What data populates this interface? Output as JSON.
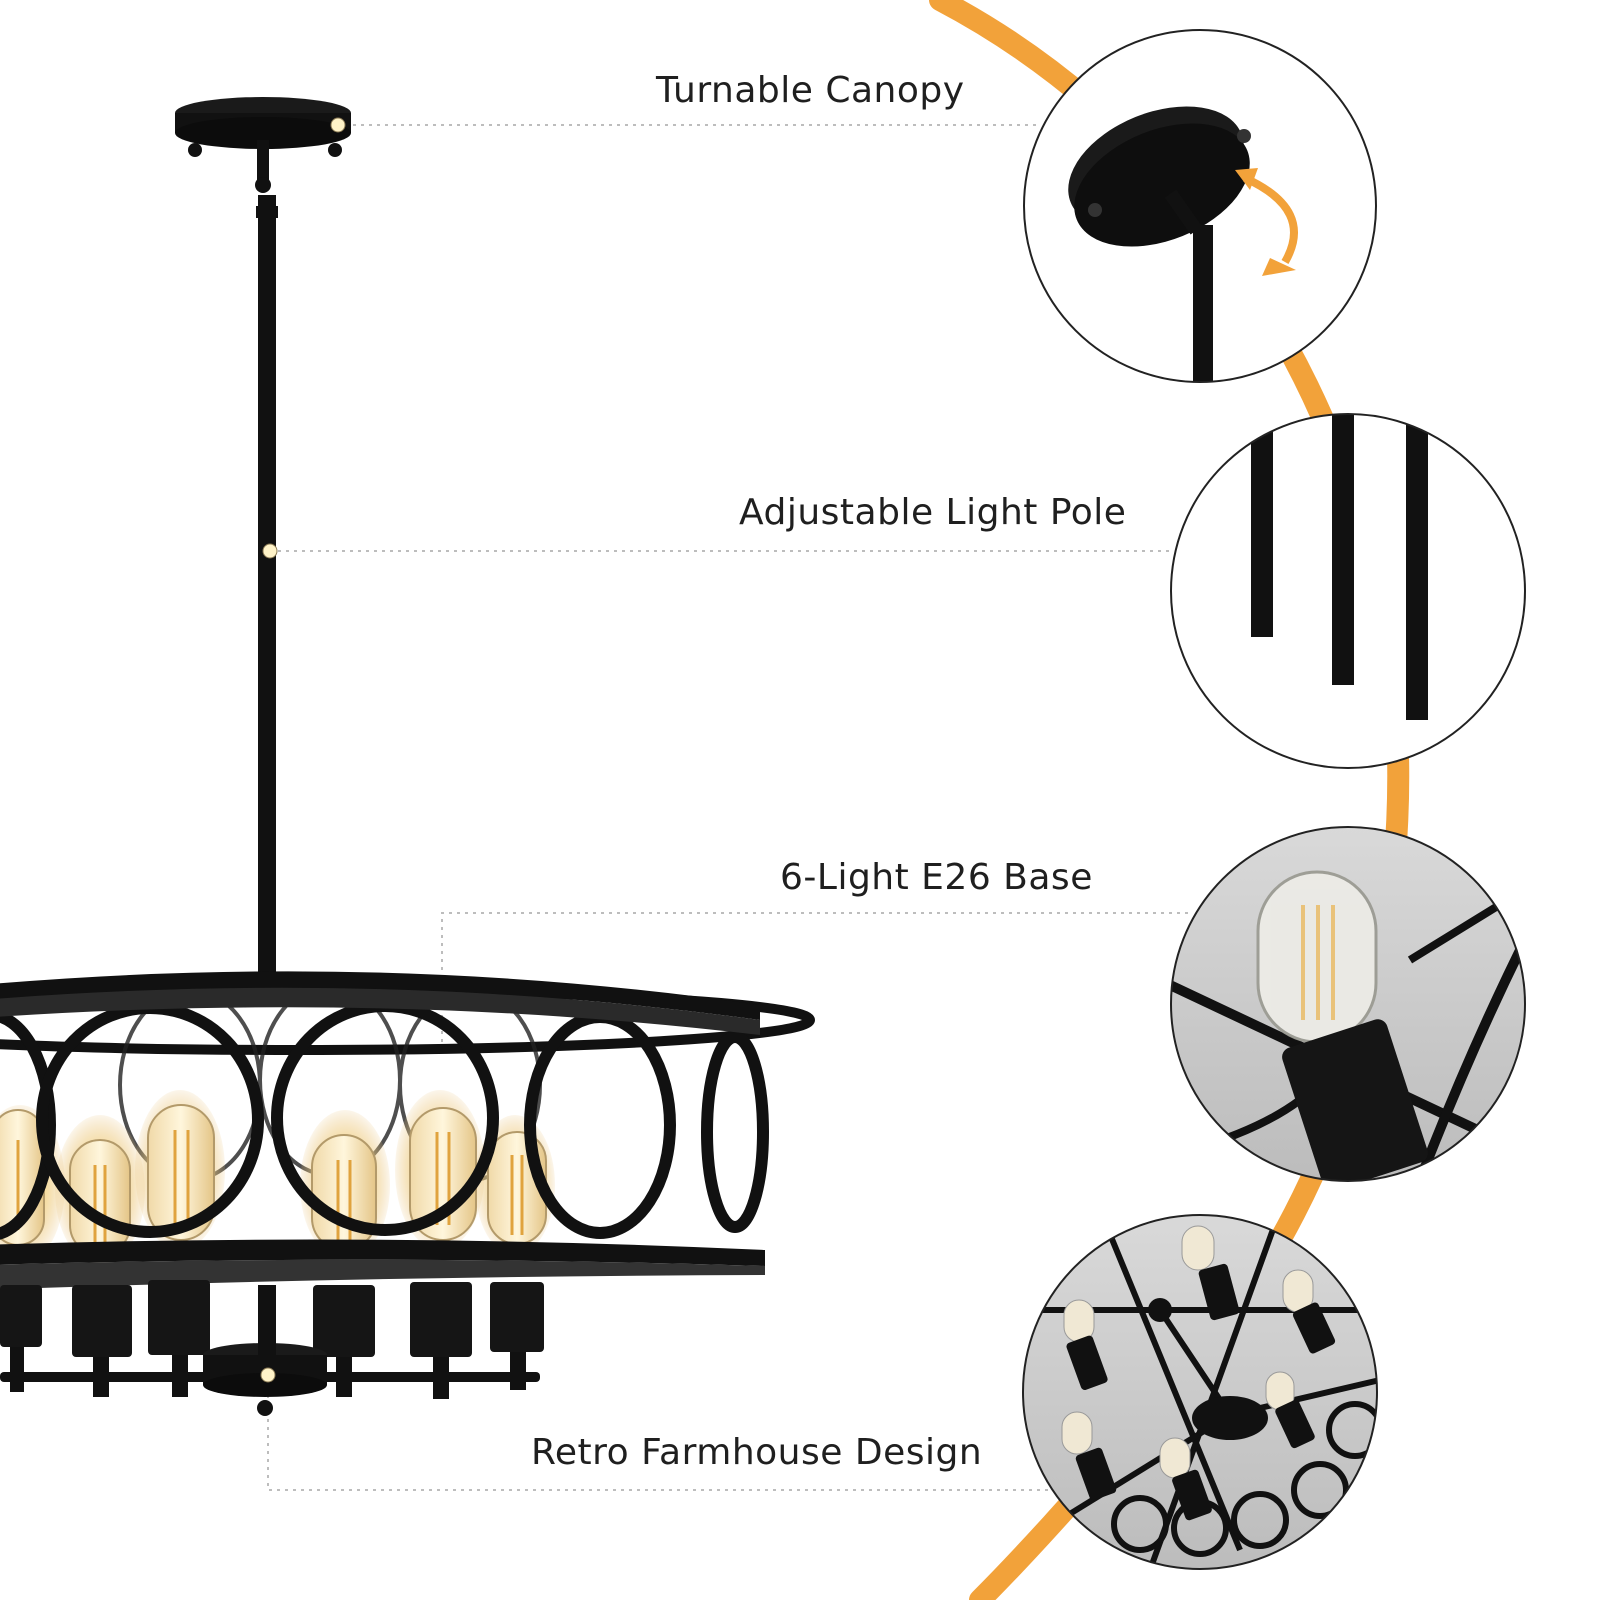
{
  "features": [
    {
      "label": "Turnable Canopy"
    },
    {
      "label": "Adjustable Light Pole"
    },
    {
      "label": "6-Light E26 Base"
    },
    {
      "label": "Retro Farmhouse Design"
    }
  ],
  "colors": {
    "accent": "#F2A23A",
    "fixture": "#111111",
    "callout_line": "#bdbdbd",
    "marker": "#fff3c8",
    "background": "#ffffff"
  }
}
